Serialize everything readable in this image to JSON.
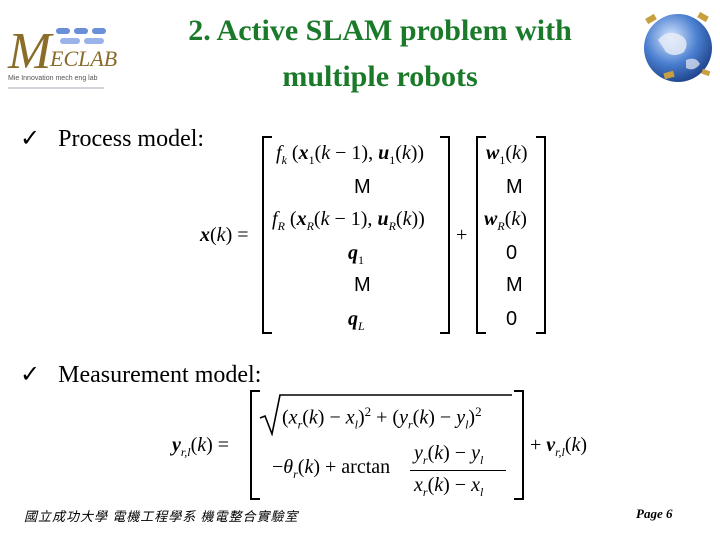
{
  "header": {
    "title_line1": "2. Active SLAM problem with",
    "title_line2": "multiple robots",
    "logo_name": "MECLAB logo",
    "globe_name": "earth globe with satellites"
  },
  "bullets": [
    {
      "icon": "checkmark-icon",
      "text": "Process model:"
    },
    {
      "icon": "checkmark-icon",
      "text": "Measurement model:"
    }
  ],
  "process_model": {
    "lhs": "x(k) =",
    "plus": "+",
    "left_col": [
      "f_k(x_1(k−1), u_1(k))",
      "M",
      "f_R(x_R(k−1), u_R(k))",
      "q_1",
      "M",
      "q_L"
    ],
    "right_col": [
      "w_1(k)",
      "M",
      "w_R(k)",
      "0",
      "M",
      "0"
    ]
  },
  "measurement_model": {
    "lhs": "y_{r,l}(k) =",
    "row1": "√((x_r(k) − x_l)² + (y_r(k) − y_l)²)",
    "row2_prefix": "−θ_r(k) + arctan",
    "fraction_num": "y_r(k) − y_l",
    "fraction_den": "x_r(k) − x_l",
    "plus_term": "+ v_{r,l}(k)"
  },
  "footer": {
    "left": "國立成功大學 電機工程學系 機電整合實驗室",
    "right": "Page 6"
  },
  "colors": {
    "title": "#1a7a2a",
    "logo_accent": "#8a6d2b",
    "globe": "#2b5ea8"
  }
}
